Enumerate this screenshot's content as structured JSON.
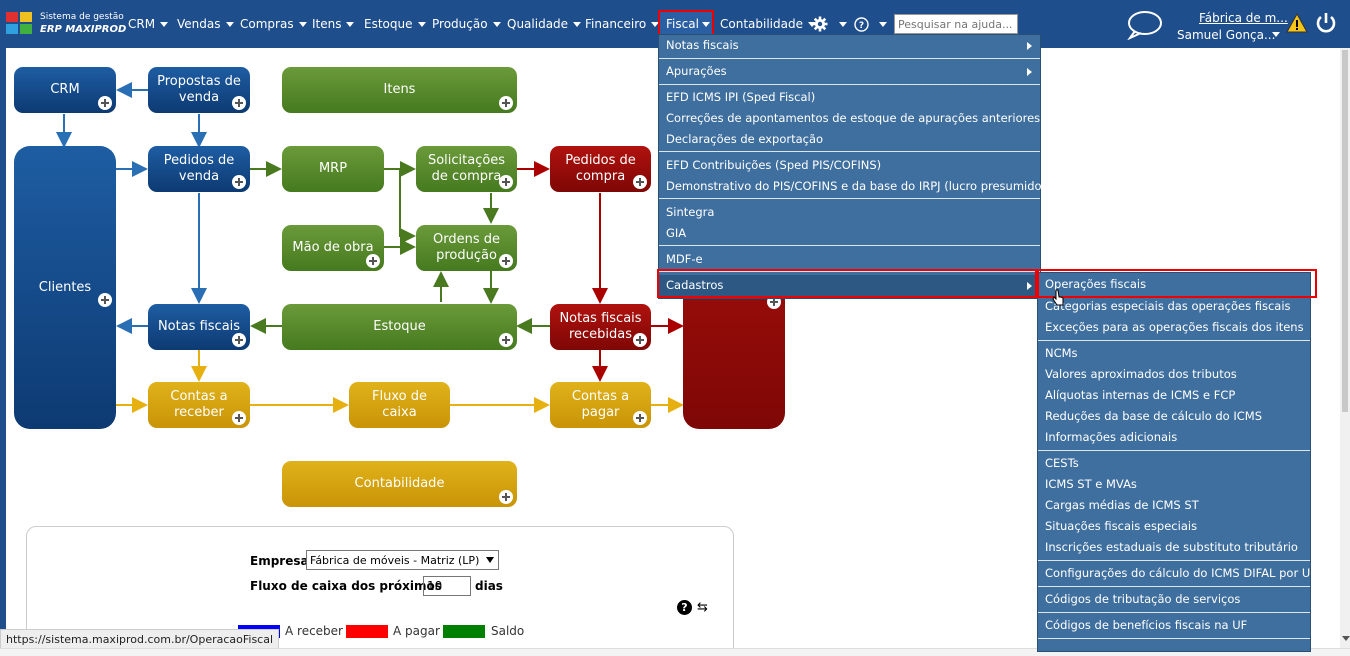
{
  "app": {
    "brand_line1": "Sistema de gestão",
    "brand_line2": "ERP MAXIPROD"
  },
  "topmenu": {
    "items": [
      "CRM",
      "Vendas",
      "Compras",
      "Itens",
      "Estoque",
      "Produção",
      "Qualidade",
      "Financeiro",
      "Fiscal",
      "Contabilidade"
    ],
    "search_placeholder": "Pesquisar na ajuda...",
    "company": "Fábrica de m...",
    "user": "Samuel Gonça..."
  },
  "icons": {
    "chat": "chat-bubble-icon",
    "warning": "warning-icon",
    "power": "power-icon",
    "settings": "gear-icon",
    "help": "help-icon"
  },
  "flow": {
    "crm": "CRM",
    "propostas": "Propostas de venda",
    "itens": "Itens",
    "clientes": "Clientes",
    "pedidos_venda": "Pedidos de venda",
    "mrp": "MRP",
    "solicitacoes": "Solicitações de compra",
    "pedidos_compra": "Pedidos de compra",
    "mao_obra": "Mão de obra",
    "ordens": "Ordens de produção",
    "notas_fiscais": "Notas fiscais",
    "estoque": "Estoque",
    "nf_recebidas": "Notas fiscais recebidas",
    "contas_receber": "Contas a receber",
    "fluxo_caixa": "Fluxo de caixa",
    "contas_pagar": "Contas a pagar",
    "contabilidade": "Contabilidade"
  },
  "panel": {
    "empresa_label": "Empresa",
    "empresa_value": "Fábrica de móveis - Matriz (LP)",
    "fluxo_label": "Fluxo de caixa dos próximos",
    "fluxo_value": "10",
    "dias_label": "dias",
    "legend": [
      "A receber",
      "A pagar",
      "Saldo"
    ]
  },
  "colors": {
    "topbar": "#1f4e8c",
    "menu_bg": "#3f6f9e",
    "highlight": "#e00000",
    "legend_receber": "#0000ff",
    "legend_pagar": "#ff0000",
    "legend_saldo": "#008000"
  },
  "status_url": "https://sistema.maxiprod.com.br/OperacaoFiscal",
  "fiscal_menu": {
    "items": [
      "Notas fiscais",
      "Apurações",
      "EFD ICMS IPI (Sped Fiscal)",
      "Correções de apontamentos de estoque de apurações anteriores",
      "Declarações de exportação",
      "EFD Contribuições (Sped PIS/COFINS)",
      "Demonstrativo do PIS/COFINS e da base do IRPJ (lucro presumido)",
      "Sintegra",
      "GIA",
      "MDF-e",
      "Cadastros"
    ]
  },
  "cadastros_menu": {
    "items": [
      "Operações fiscais",
      "Categorias especiais das operações fiscais",
      "Exceções para as operações fiscais dos itens",
      "NCMs",
      "Valores aproximados dos tributos",
      "Alíquotas internas de ICMS e FCP",
      "Reduções da base de cálculo do ICMS",
      "Informações adicionais",
      "CESTs",
      "ICMS ST e MVAs",
      "Cargas médias de ICMS ST",
      "Situações fiscais especiais",
      "Inscrições estaduais de substituto tributário",
      "Configurações do cálculo do ICMS DIFAL por UF",
      "Códigos de tributação de serviços",
      "Códigos de benefícios fiscais na UF"
    ]
  }
}
